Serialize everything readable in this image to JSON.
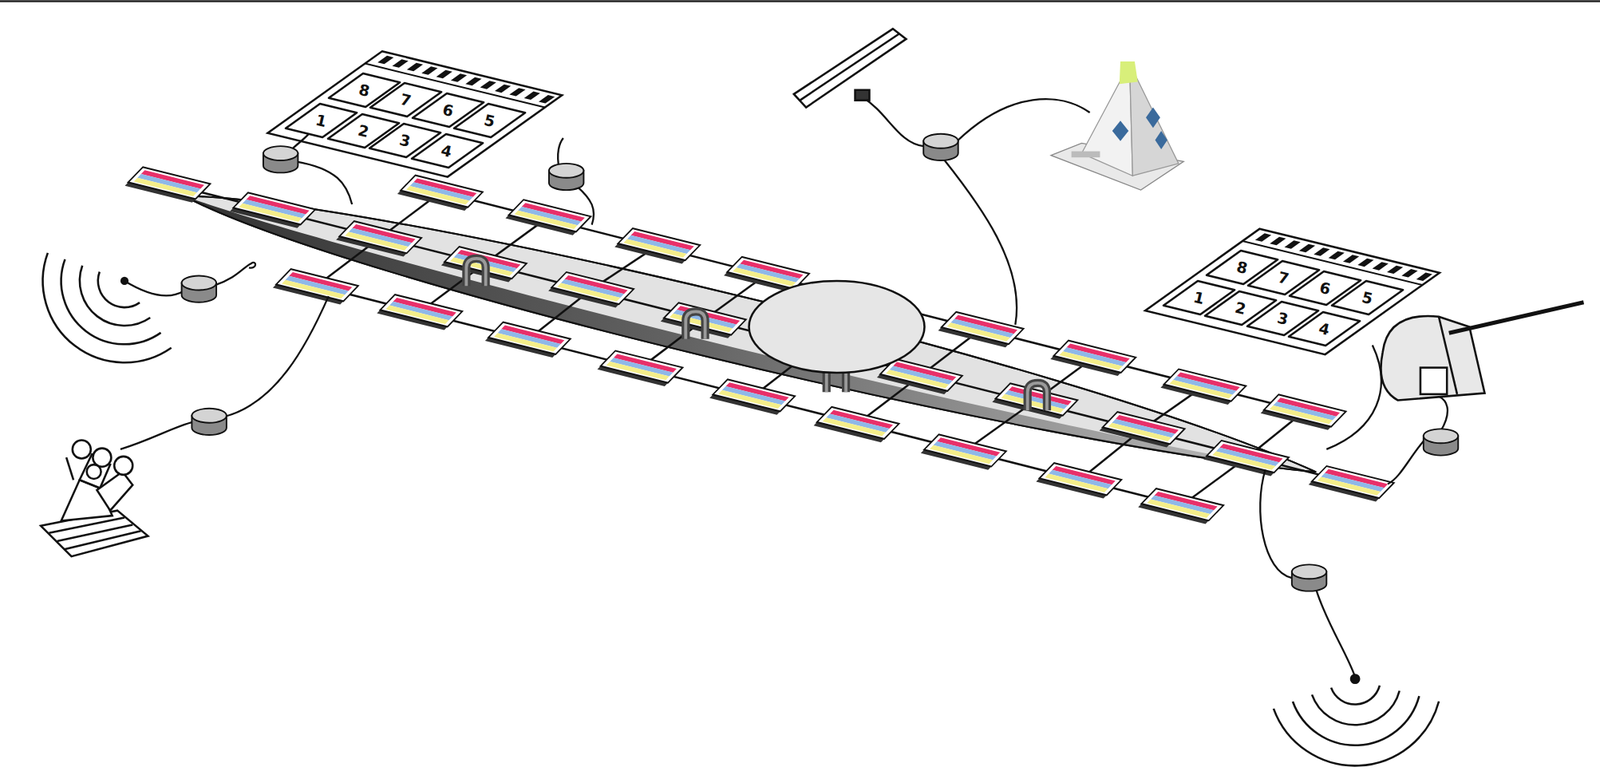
{
  "diagram": {
    "nodes": [
      {
        "text": [
          "8"
        ]
      },
      {
        "text": [
          "7"
        ]
      },
      {
        "text": [
          "6"
        ]
      },
      {
        "text": [
          "5"
        ]
      },
      {
        "text": [
          "1"
        ]
      },
      {
        "text": [
          "2"
        ]
      },
      {
        "text": [
          "3"
        ]
      },
      {
        "text": [
          "4"
        ]
      },
      {
        "text": [
          "8"
        ]
      },
      {
        "text": [
          "7"
        ]
      },
      {
        "text": [
          "6"
        ]
      },
      {
        "text": [
          "5"
        ]
      },
      {
        "text": [
          "1"
        ]
      },
      {
        "text": [
          "2"
        ]
      },
      {
        "text": [
          "3"
        ]
      },
      {
        "text": [
          "4"
        ]
      }
    ]
  }
}
